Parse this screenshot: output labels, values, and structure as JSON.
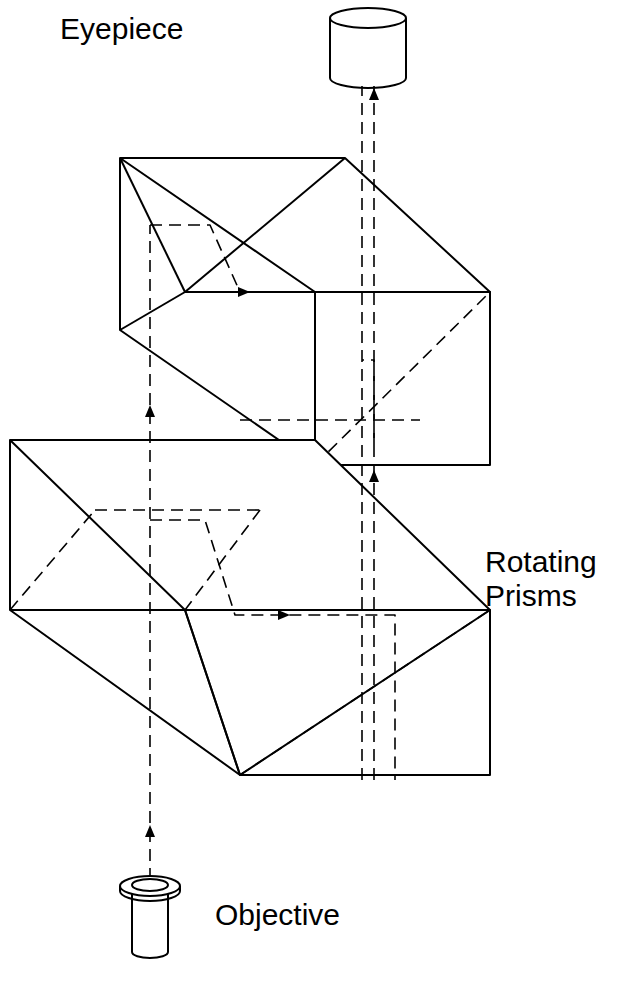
{
  "diagram": {
    "labels": [
      "Eyepiece",
      "Rotating Prisms",
      "Objective"
    ]
  }
}
